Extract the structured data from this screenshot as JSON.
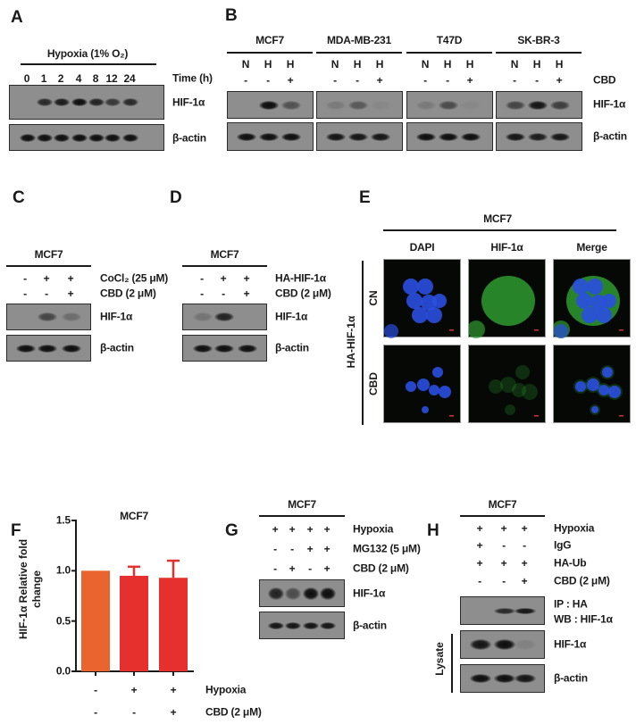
{
  "panels": {
    "A": {
      "letter": "A",
      "header": "Hypoxia (1%  O₂)",
      "row_label": "Time (h)",
      "times": [
        "0",
        "1",
        "2",
        "4",
        "8",
        "12",
        "24"
      ],
      "blots": [
        {
          "label": "HIF-1α",
          "bands": [
            0,
            0.75,
            0.85,
            1,
            0.8,
            0.65,
            0.75
          ]
        },
        {
          "label": "β-actin",
          "bands": [
            0.95,
            0.95,
            0.95,
            0.95,
            0.95,
            0.95,
            0.95
          ]
        }
      ]
    },
    "B": {
      "letter": "B",
      "cbd_label": "CBD",
      "hif_label": "HIF-1α",
      "actin_label": "β-actin",
      "groups": [
        {
          "name": "MCF7",
          "conditions": [
            "N",
            "H",
            "H"
          ],
          "cbd": [
            "-",
            "-",
            "+"
          ],
          "hif": [
            0,
            1,
            0.45
          ],
          "actin": [
            1,
            1,
            1
          ]
        },
        {
          "name": "MDA-MB-231",
          "conditions": [
            "N",
            "H",
            "H"
          ],
          "cbd": [
            "-",
            "-",
            "+"
          ],
          "hif": [
            0.15,
            0.4,
            0.05
          ],
          "actin": [
            0.9,
            0.9,
            0.9
          ]
        },
        {
          "name": "T47D",
          "conditions": [
            "N",
            "H",
            "H"
          ],
          "cbd": [
            "-",
            "-",
            "+"
          ],
          "hif": [
            0.15,
            0.5,
            0.05
          ],
          "actin": [
            1,
            1,
            1
          ]
        },
        {
          "name": "SK-BR-3",
          "conditions": [
            "N",
            "H",
            "H"
          ],
          "cbd": [
            "-",
            "-",
            "+"
          ],
          "hif": [
            0.55,
            0.9,
            0.6
          ],
          "actin": [
            0.9,
            0.85,
            0.9
          ]
        }
      ]
    },
    "C": {
      "letter": "C",
      "header": "MCF7",
      "rows": [
        {
          "label": "CoCl₂ (25 μM)",
          "values": [
            "-",
            "+",
            "+"
          ]
        },
        {
          "label": "CBD (2 μM)",
          "values": [
            "-",
            "-",
            "+"
          ]
        }
      ],
      "blots": [
        {
          "label": "HIF-1α",
          "bands": [
            0,
            0.55,
            0.25
          ]
        },
        {
          "label": "β-actin",
          "bands": [
            0.95,
            0.95,
            0.95
          ]
        }
      ]
    },
    "D": {
      "letter": "D",
      "header": "MCF7",
      "rows": [
        {
          "label": "HA-HIF-1α",
          "values": [
            "-",
            "+",
            "+"
          ]
        },
        {
          "label": "CBD (2 μM)",
          "values": [
            "-",
            "-",
            "+"
          ]
        }
      ],
      "blots": [
        {
          "label": "HIF-1α",
          "bands": [
            0.2,
            0.8,
            0
          ]
        },
        {
          "label": "β-actin",
          "bands": [
            0.95,
            0.95,
            0.95
          ]
        }
      ]
    },
    "E": {
      "letter": "E",
      "header": "MCF7",
      "columns": [
        "DAPI",
        "HIF-1α",
        "Merge"
      ],
      "group_label": "HA-HIF-1α",
      "rows": [
        "CN",
        "CBD"
      ],
      "colors": {
        "dapi": "#2a4fe0",
        "hif": "#2f9a2f",
        "background": "#050805"
      }
    },
    "F": {
      "letter": "F"
    },
    "G": {
      "letter": "G",
      "header": "MCF7",
      "rows": [
        {
          "label": "Hypoxia",
          "values": [
            "+",
            "+",
            "+",
            "+"
          ]
        },
        {
          "label": "MG132 (5 μM)",
          "values": [
            "-",
            "-",
            "+",
            "+"
          ]
        },
        {
          "label": "CBD (2 μM)",
          "values": [
            "-",
            "+",
            "-",
            "+"
          ]
        }
      ],
      "blots": [
        {
          "label": "HIF-1α",
          "bands": [
            0.8,
            0.5,
            1,
            1
          ]
        },
        {
          "label": "β-actin",
          "bands": [
            0.9,
            0.9,
            0.9,
            0.9
          ]
        }
      ]
    },
    "H": {
      "letter": "H",
      "header": "MCF7",
      "rows": [
        {
          "label": "Hypoxia",
          "values": [
            "+",
            "+",
            "+"
          ]
        },
        {
          "label": "IgG",
          "values": [
            "+",
            "-",
            "-"
          ]
        },
        {
          "label": "HA-Ub",
          "values": [
            "+",
            "+",
            "+"
          ]
        },
        {
          "label": "CBD (2 μM)",
          "values": [
            "-",
            "-",
            "+"
          ]
        }
      ],
      "ip_label_1": "IP : HA",
      "ip_label_2": "WB : HIF-1α",
      "lysate_label": "Lysate",
      "blots": [
        {
          "label": "",
          "bands": [
            0,
            0.75,
            0.9
          ]
        },
        {
          "label": "HIF-1α",
          "bands": [
            0.9,
            1,
            0.1
          ]
        },
        {
          "label": "β-actin",
          "bands": [
            1,
            1,
            0.9
          ]
        }
      ]
    }
  },
  "chart_data": {
    "type": "bar",
    "title": "MCF7",
    "ylabel": "HIF-1α Relative fold change",
    "ylim": [
      0,
      1.5
    ],
    "yticks": [
      "0.0",
      "0.5",
      "1.0",
      "1.5"
    ],
    "categories": [
      {
        "hypoxia": "-",
        "cbd": "-"
      },
      {
        "hypoxia": "+",
        "cbd": "-"
      },
      {
        "hypoxia": "+",
        "cbd": "+"
      }
    ],
    "row_labels": [
      "Hypoxia",
      "CBD (2 μM)"
    ],
    "values": [
      1.0,
      0.95,
      0.93
    ],
    "errors": [
      0,
      0.09,
      0.17
    ],
    "colors": [
      "#ea6430",
      "#e5302d",
      "#e5302d"
    ],
    "grid": false
  }
}
